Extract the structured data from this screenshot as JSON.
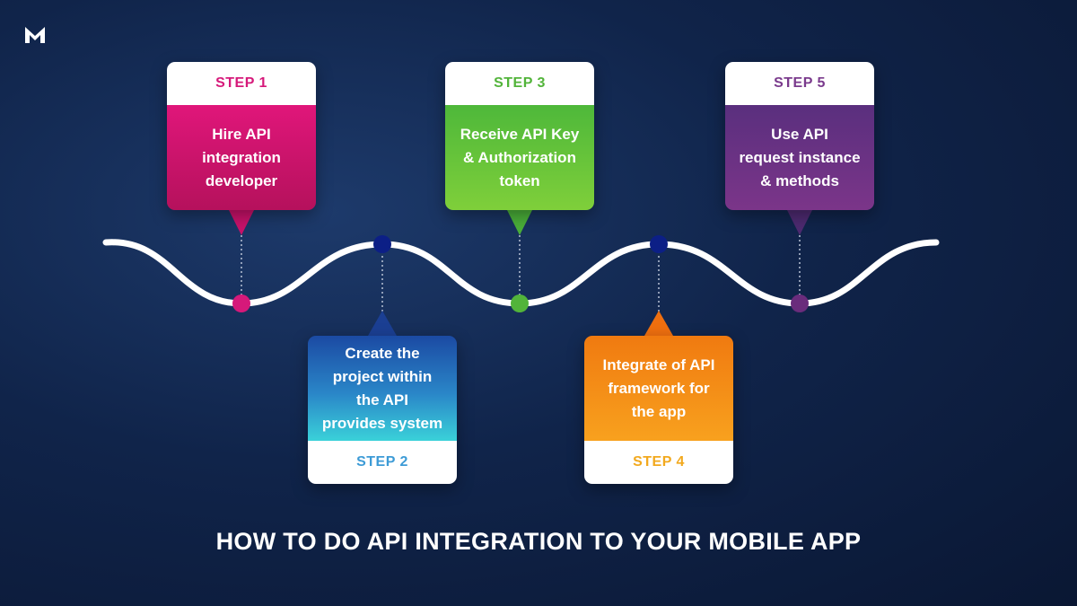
{
  "title": "HOW TO DO API INTEGRATION TO YOUR MOBILE APP",
  "logo": {
    "icon": "m-logo-icon"
  },
  "steps": [
    {
      "label": "STEP 1",
      "text": "Hire API\nintegration\ndeveloper",
      "label_color": "#d6197a",
      "colors": [
        "#e0167a",
        "#b5115c"
      ]
    },
    {
      "label": "STEP 2",
      "text": "Create the\nproject within\nthe API\nprovides system",
      "label_color": "#3d9bd6",
      "colors": [
        "#1b4aa3",
        "#3ad1d9"
      ]
    },
    {
      "label": "STEP 3",
      "text": "Receive API Key\n& Authorization\ntoken",
      "label_color": "#52b43a",
      "colors": [
        "#4eb83a",
        "#7fcf3a"
      ]
    },
    {
      "label": "STEP 4",
      "text": "Integrate of API\nframework for\nthe app",
      "label_color": "#f2a91e",
      "colors": [
        "#f07a10",
        "#f8a11e"
      ]
    },
    {
      "label": "STEP 5",
      "text": "Use API\nrequest instance\n& methods",
      "label_color": "#7a3a8c",
      "colors": [
        "#5a2f7e",
        "#7b3589"
      ]
    }
  ]
}
